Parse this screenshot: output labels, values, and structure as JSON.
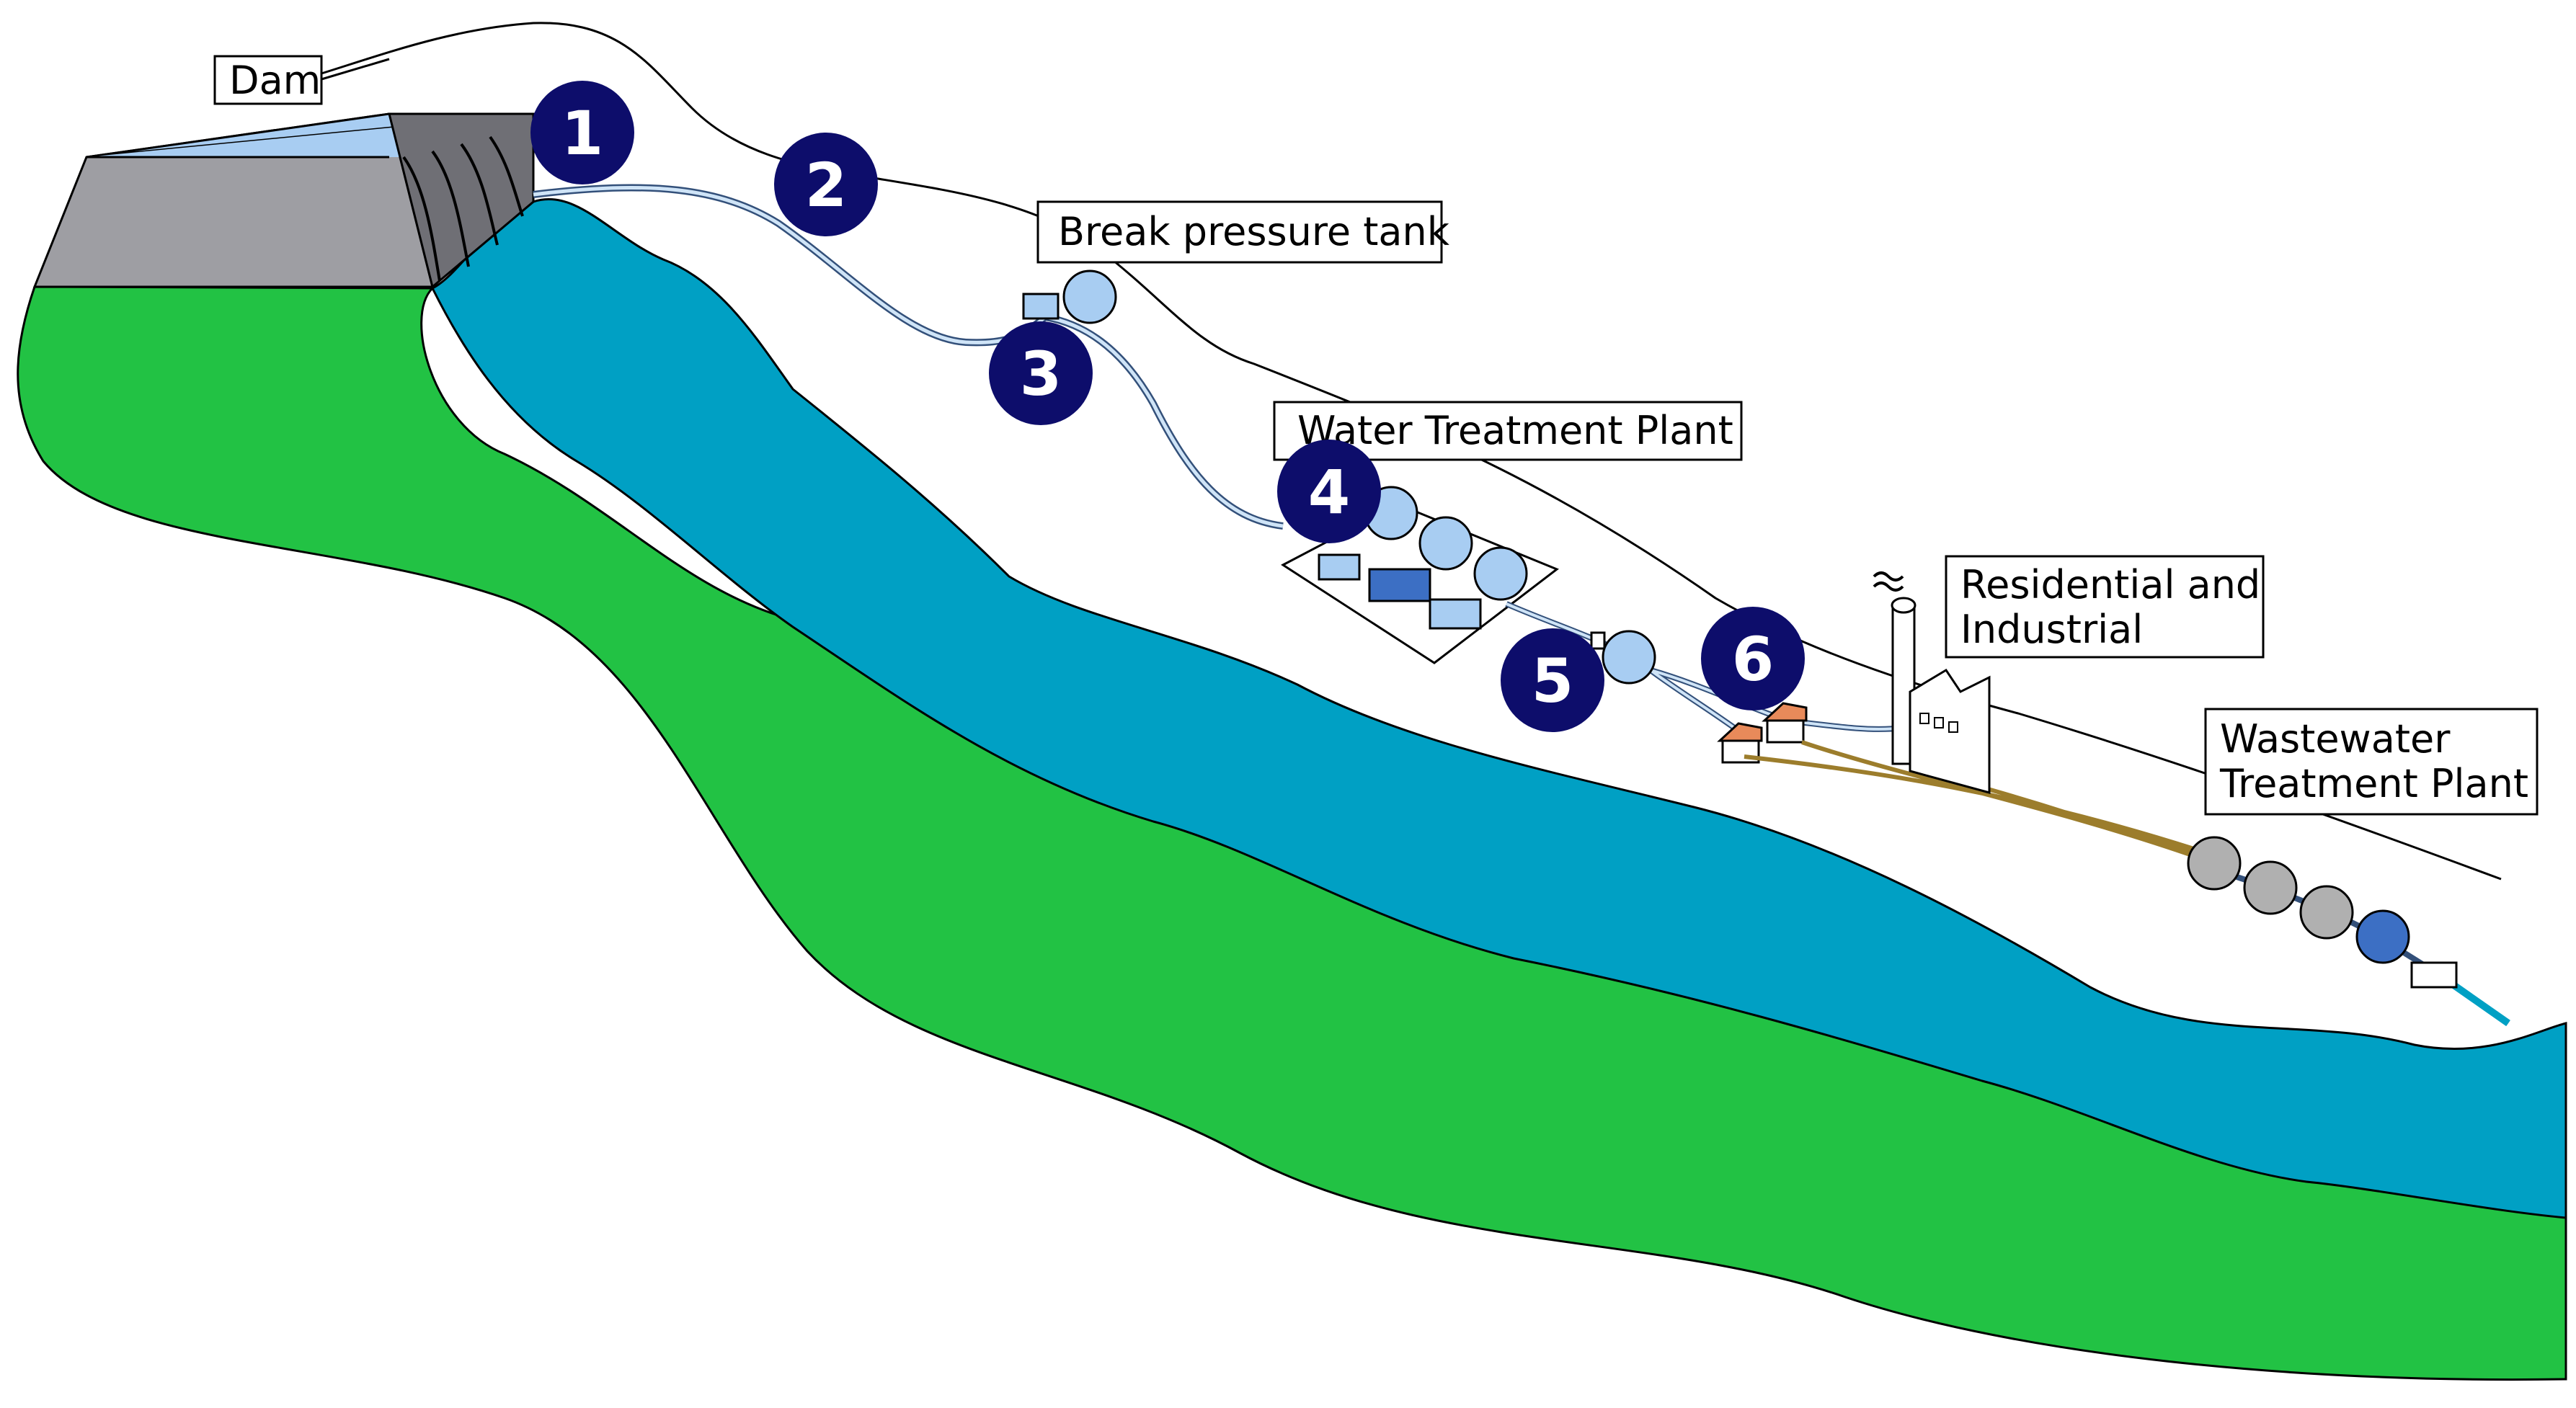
{
  "labels": {
    "dam": "Dam",
    "break_pressure_tank": "Break pressure tank",
    "water_treatment_plant": "Water Treatment Plant",
    "residential_line1": "Residential and",
    "residential_line2": "Industrial",
    "wastewater_line1": "Wastewater",
    "wastewater_line2": "Treatment Plant"
  },
  "markers": [
    "1",
    "2",
    "3",
    "4",
    "5",
    "6"
  ],
  "colors": {
    "ground": "#22c244",
    "river": "#00a0c4",
    "dam_body": "#9e9ea3",
    "reservoir": "#a8cdf2",
    "marker": "#0d0d6b",
    "tank": "#a8cdf2",
    "wastewater_tank": "#b0b0b0",
    "wastewater_tank_treated": "#3c6fc4",
    "sewer_pipe": "#9c7d2c",
    "house_roof": "#e88a5a"
  },
  "icons": [
    "dam-icon",
    "tank-icon",
    "pump-house-icon",
    "factory-icon",
    "smoke-icon",
    "house-icon"
  ]
}
